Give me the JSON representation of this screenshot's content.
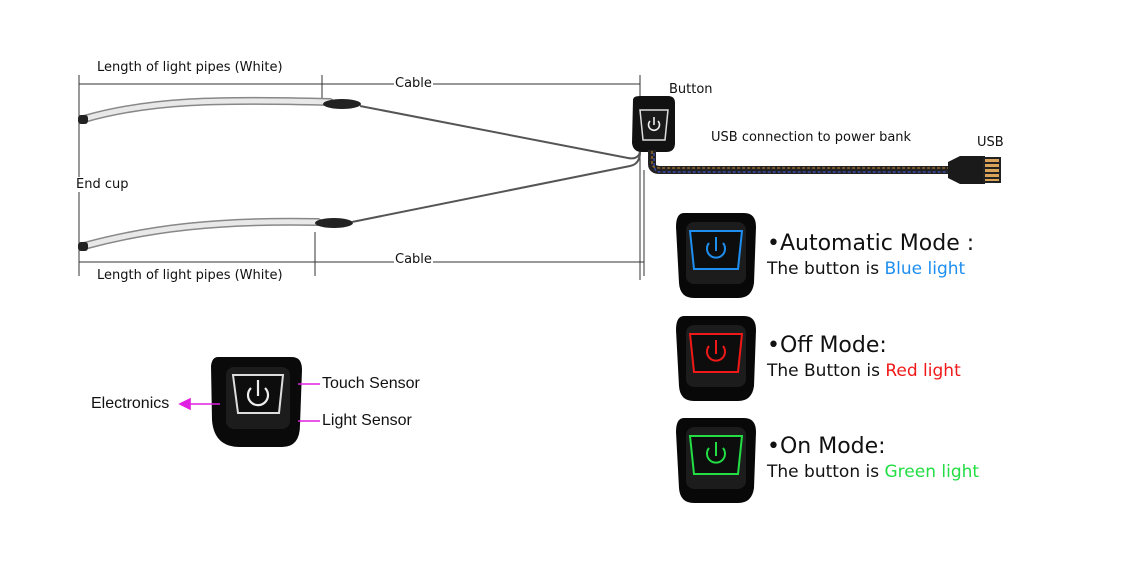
{
  "top_diagram": {
    "pipe_length_label_top": "Length of light pipes (White)",
    "pipe_length_label_bottom": "Length of light pipes (White)",
    "cable_label_top": "Cable",
    "cable_label_bottom": "Cable",
    "end_cup_label": "End cup",
    "button_label": "Button",
    "usb_connection_label": "USB connection to power bank",
    "usb_label": "USB"
  },
  "sensor_diagram": {
    "electronics_label": "Electronics",
    "touch_sensor_label": "Touch Sensor",
    "light_sensor_label": "Light Sensor",
    "arrow_color": "#e020e0"
  },
  "modes": [
    {
      "title": "•Automatic Mode :",
      "desc_prefix": "The button is ",
      "desc_color_text": "Blue light",
      "color": "#1e8ff0"
    },
    {
      "title": "•Off Mode:",
      "desc_prefix": "The Button is ",
      "desc_color_text": "Red light",
      "color": "#f01818"
    },
    {
      "title": "•On Mode:",
      "desc_prefix": "The button is ",
      "desc_color_text": "Green light",
      "color": "#22dd44"
    }
  ]
}
